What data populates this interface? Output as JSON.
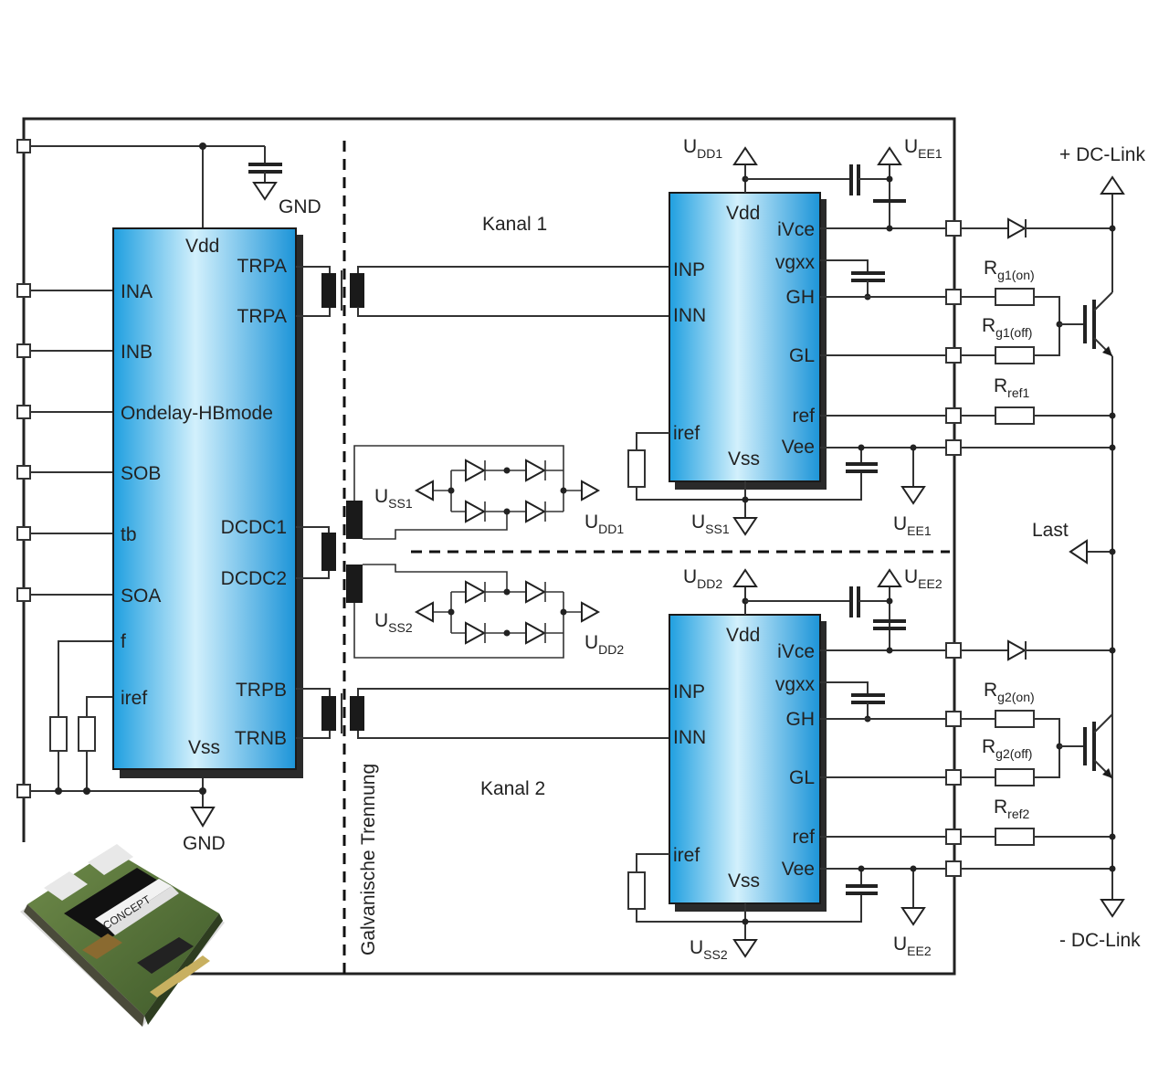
{
  "labels": {
    "gnd_top": "GND",
    "gnd_bottom": "GND",
    "kanal1": "Kanal 1",
    "kanal2": "Kanal 2",
    "isolation": "Galvanische Trennung",
    "dc_plus": "+ DC-Link",
    "dc_minus": "- DC-Link",
    "last": "Last",
    "module_logo": "CONCEPT"
  },
  "main_ic": {
    "vdd": "Vdd",
    "vss": "Vss",
    "left_pins": [
      "INA",
      "INB",
      "Ondelay-HBmode",
      "SOB",
      "tb",
      "SOA",
      "f",
      "iref"
    ],
    "right_pins": [
      "TRPA",
      "TRPA",
      "DCDC1",
      "DCDC2",
      "TRPB",
      "TRNB"
    ]
  },
  "driver_ic_1": {
    "vdd": "Vdd",
    "vss": "Vss",
    "left_pins": [
      "INP",
      "INN",
      "iref"
    ],
    "right_pins": [
      "iVce",
      "vgxx",
      "GH",
      "GL",
      "ref",
      "Vee"
    ]
  },
  "driver_ic_2": {
    "vdd": "Vdd",
    "vss": "Vss",
    "left_pins": [
      "INP",
      "INN",
      "iref"
    ],
    "right_pins": [
      "iVce",
      "vgxx",
      "GH",
      "GL",
      "ref",
      "Vee"
    ]
  },
  "supplies": {
    "udd1_top": {
      "main": "U",
      "sub": "DD1"
    },
    "uee1_top": {
      "main": "U",
      "sub": "EE1"
    },
    "uss1_conv": {
      "main": "U",
      "sub": "SS1"
    },
    "udd1_conv": {
      "main": "U",
      "sub": "DD1"
    },
    "uss1_bottom": {
      "main": "U",
      "sub": "SS1"
    },
    "uee1_bottom": {
      "main": "U",
      "sub": "EE1"
    },
    "udd2_top": {
      "main": "U",
      "sub": "DD2"
    },
    "uee2_top": {
      "main": "U",
      "sub": "EE2"
    },
    "uss2_conv": {
      "main": "U",
      "sub": "SS2"
    },
    "udd2_conv": {
      "main": "U",
      "sub": "DD2"
    },
    "uss2_bottom": {
      "main": "U",
      "sub": "SS2"
    },
    "uee2_bottom": {
      "main": "U",
      "sub": "EE2"
    }
  },
  "resistors": {
    "rg1on": {
      "main": "R",
      "sub": "g1(on)"
    },
    "rg1off": {
      "main": "R",
      "sub": "g1(off)"
    },
    "rref1": {
      "main": "R",
      "sub": "ref1"
    },
    "rg2on": {
      "main": "R",
      "sub": "g2(on)"
    },
    "rg2off": {
      "main": "R",
      "sub": "g2(off)"
    },
    "rref2": {
      "main": "R",
      "sub": "ref2"
    }
  }
}
